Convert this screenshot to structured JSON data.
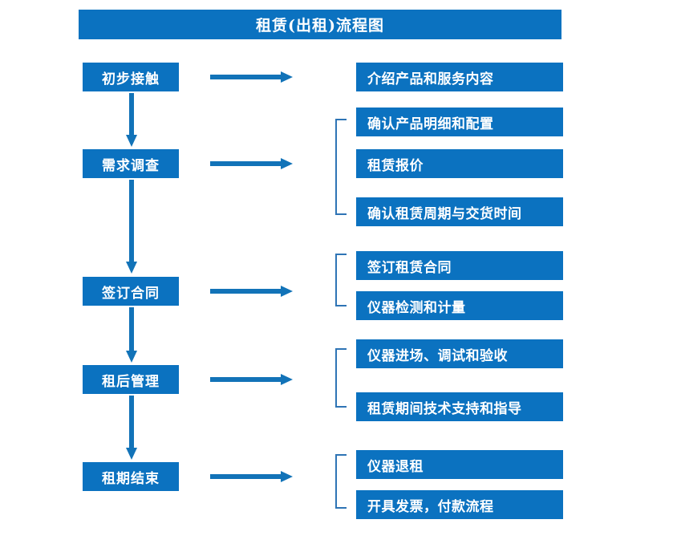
{
  "title": "租赁(出租)流程图",
  "colors": {
    "box_fill": "#0B72C0",
    "box_text": "#FFFFFF",
    "arrow": "#1273B8",
    "bracket": "#2E74B5",
    "background": "#FFFFFF"
  },
  "stages": [
    {
      "label": "初步接触"
    },
    {
      "label": "需求调查"
    },
    {
      "label": "签订合同"
    },
    {
      "label": "租后管理"
    },
    {
      "label": "租期结束"
    }
  ],
  "details": [
    {
      "label": "介绍产品和服务内容"
    },
    {
      "label": "确认产品明细和配置"
    },
    {
      "label": "租赁报价"
    },
    {
      "label": "确认租赁周期与交货时间"
    },
    {
      "label": "签订租赁合同"
    },
    {
      "label": "仪器检测和计量"
    },
    {
      "label": "仪器进场、调试和验收"
    },
    {
      "label": "租赁期间技术支持和指导"
    },
    {
      "label": "仪器退租"
    },
    {
      "label": "开具发票，付款流程"
    }
  ],
  "icons": {
    "arrow_right": "arrow-right-icon",
    "arrow_down": "arrow-down-icon",
    "bracket": "group-bracket-icon"
  }
}
